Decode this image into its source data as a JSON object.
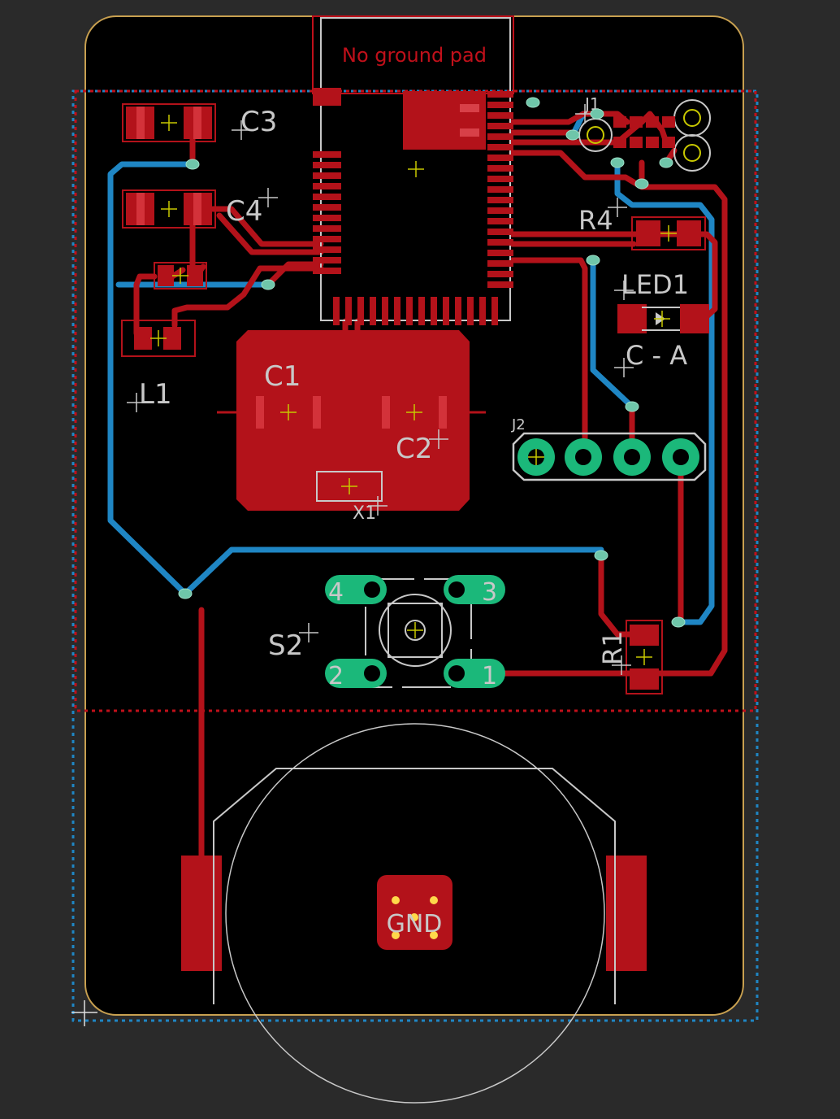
{
  "board": {
    "note": "No ground pad",
    "labels": {
      "C3": "C3",
      "C4": "C4",
      "L1": "L1",
      "C1": "C1",
      "C2": "C2",
      "X1": "X1",
      "R4": "R4",
      "LED1": "LED1",
      "LED_polarity": "C - A",
      "J2": "J2",
      "J1": "J1",
      "S2": "S2",
      "R1": "R1",
      "GND": "GND"
    },
    "switch_pins": [
      "4",
      "3",
      "2",
      "1"
    ],
    "colors": {
      "background": "#2a2a2a",
      "board": "#000000",
      "top_copper": "#b3121a",
      "bottom_copper": "#1f86c4",
      "silkscreen": "#c8c8c8",
      "outline": "#c8a050",
      "through_hole_pad": "#1bb87a",
      "origin_cross": "#c8c800"
    }
  }
}
